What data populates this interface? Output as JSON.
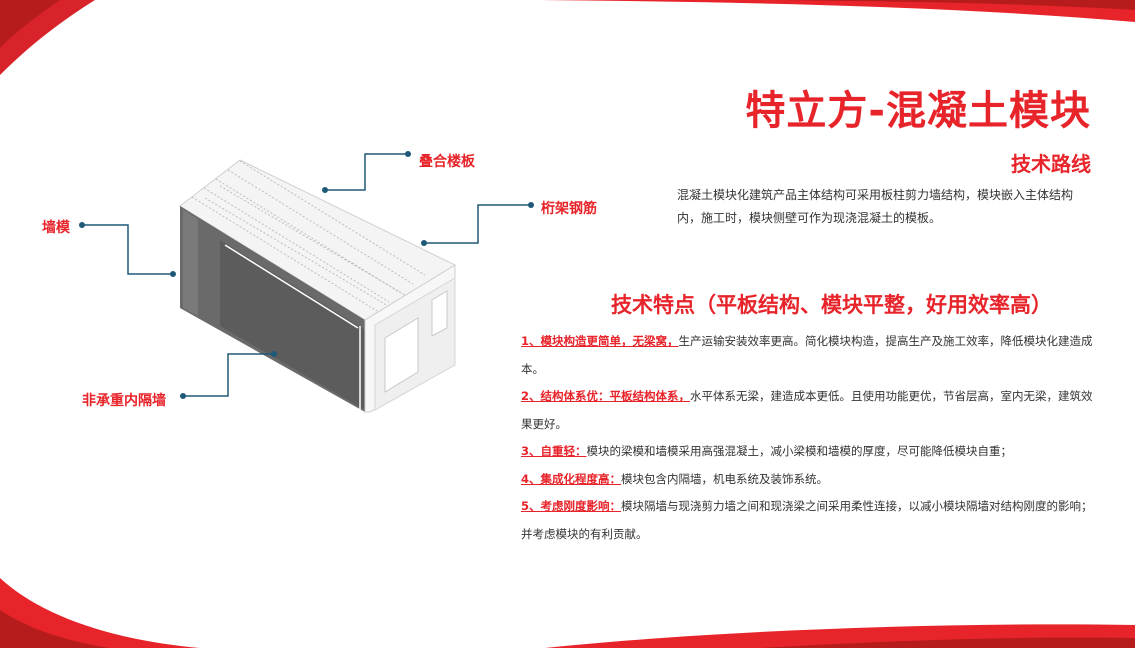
{
  "title": "特立方-混凝土模块",
  "section1": {
    "heading": "技术路线",
    "paragraph": "混凝土模块化建筑产品主体结构可采用板柱剪力墙结构，模块嵌入主体结构内，施工时，模块侧壁可作为现浇混凝土的模板。"
  },
  "section2": {
    "heading": "技术特点（平板结构、模块平整，好用效率高）",
    "features": [
      {
        "label": "1、模块构造更简单，无梁窝，",
        "text": "生产运输安装效率更高。简化模块构造，提高生产及施工效率，降低模块化建造成本。"
      },
      {
        "label": "2、结构体系优：平板结构体系，",
        "text": "水平体系无梁，建造成本更低。且使用功能更优，节省层高，室内无梁，建筑效果更好。"
      },
      {
        "label": "3、自重轻：",
        "text": "模块的梁模和墙模采用高强混凝土，减小梁模和墙模的厚度，尽可能降低模块自重；"
      },
      {
        "label": "4、集成化程度高：",
        "text": "模块包含内隔墙，机电系统及装饰系统。"
      },
      {
        "label": "5、考虑刚度影响：",
        "text": "模块隔墙与现浇剪力墙之间和现浇梁之间采用柔性连接，以减小模块隔墙对结构刚度的影响；并考虑模块的有利贡献。"
      }
    ]
  },
  "diagram": {
    "labels": {
      "slab": "叠合楼板",
      "truss": "桁架钢筋",
      "wall": "墙模",
      "partition": "非承重内隔墙"
    }
  },
  "colors": {
    "accent": "#e8242b",
    "leader": "#1e5a78",
    "block": "#666666"
  }
}
